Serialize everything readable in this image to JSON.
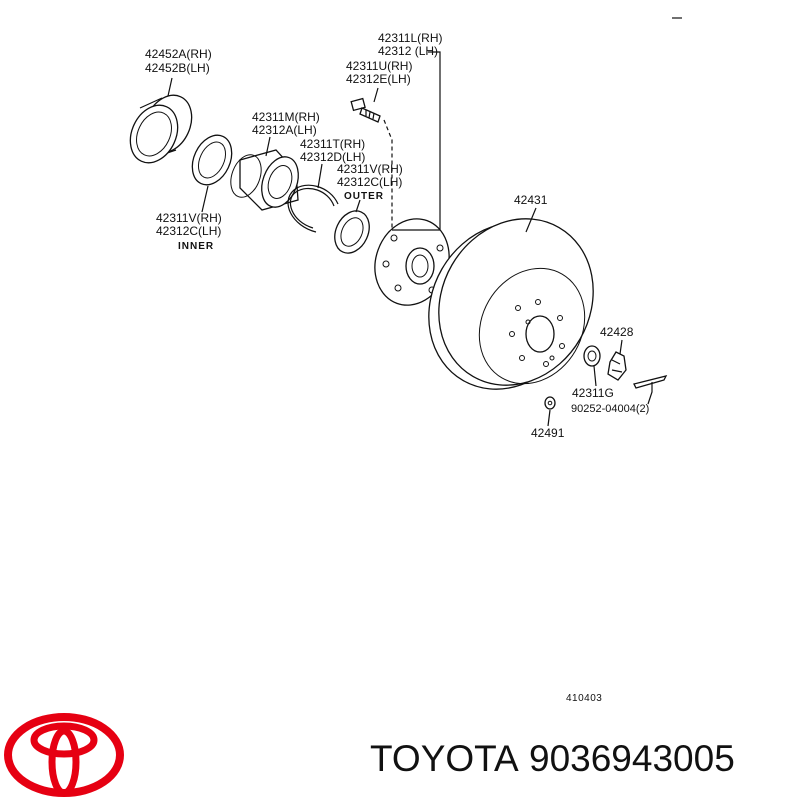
{
  "diagram": {
    "labels": {
      "l42452": [
        "42452A(RH)",
        "42452B(LH)"
      ],
      "l42311L": [
        "42311L(RH)",
        "42312 (LH)"
      ],
      "l42311U": [
        "42311U(RH)",
        "42312E(LH)"
      ],
      "l42311M": [
        "42311M(RH)",
        "42312A(LH)"
      ],
      "l42311T": [
        "42311T(RH)",
        "42312D(LH)"
      ],
      "l42311V_outer": [
        "42311V(RH)",
        "42312C(LH)"
      ],
      "outer": "OUTER",
      "l42311V_inner": [
        "42311V(RH)",
        "42312C(LH)"
      ],
      "inner": "INNER",
      "l42431": "42431",
      "l42428": "42428",
      "l42311G": "42311G",
      "l90252": "90252-04004(2)",
      "l42491": "42491",
      "drawing_no": "410403"
    }
  },
  "footer": {
    "brand": "TOYOTA",
    "part_number": "9036943005"
  },
  "colors": {
    "ink": "#111111",
    "logo_red": "#e60012"
  }
}
